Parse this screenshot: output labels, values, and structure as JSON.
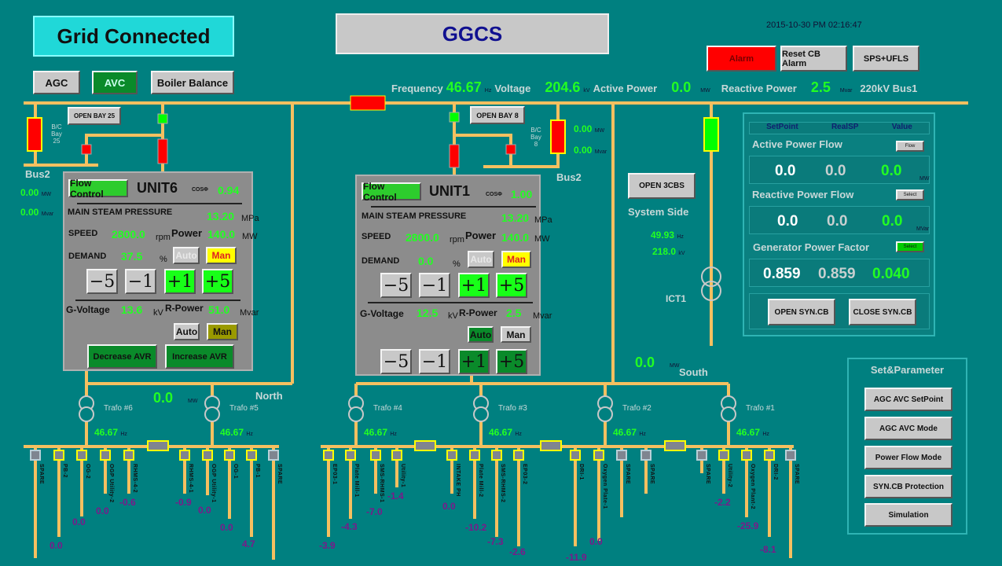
{
  "header": {
    "status": "Grid Connected",
    "title": "GGCS",
    "datetime": "2015-10-30 PM 02:16:47"
  },
  "colors": {
    "background": "#008080",
    "bus": "#f5c060",
    "value": "#22ff22",
    "breaker_closed": "#ff0000",
    "breaker_open": "#00ff00",
    "feeder_value": "#7a1a8a"
  },
  "top_buttons": {
    "agc": "AGC",
    "avc": "AVC",
    "boiler": "Boiler Balance",
    "alarm": "Alarm",
    "reset": "Reset CB Alarm",
    "sps": "SPS+UFLS"
  },
  "bus1": {
    "freq_label": "Frequency",
    "freq": "46.67",
    "freq_unit": "Hz",
    "volt_label": "Voltage",
    "volt": "204.6",
    "volt_unit": "kV",
    "ap_label": "Active Power",
    "ap": "0.0",
    "ap_unit": "MW",
    "rp_label": "Reactive Power",
    "rp": "2.5",
    "rp_unit": "Mvar",
    "name": "220kV Bus1"
  },
  "bay25": {
    "button": "OPEN BAY 25",
    "label": "B/C Bay 25",
    "bus": "Bus2",
    "mw": "0.00",
    "mw_unit": "MW",
    "mvar": "0.00",
    "mvar_unit": "Mvar"
  },
  "bay8": {
    "button": "OPEN BAY 8",
    "label": "B/C Bay 8",
    "bus": "Bus2",
    "mw": "0.00",
    "mw_unit": "MW",
    "mvar": "0.00",
    "mvar_unit": "Mvar"
  },
  "unit6": {
    "flow": "Flow Control",
    "name": "UNIT6",
    "cos_label": "COSΦ",
    "cos": "0.94",
    "msp_label": "MAIN STEAM PRESSURE",
    "msp": "13.20",
    "msp_unit": "MPa",
    "speed_label": "SPEED",
    "speed": "2800.0",
    "speed_unit": "rpm",
    "power_label": "Power",
    "power": "140.0",
    "power_unit": "MW",
    "demand_label": "DEMAND",
    "demand": "37.5",
    "demand_unit": "%",
    "auto": "Auto",
    "man": "Man",
    "m5": "−5",
    "m1": "−1",
    "p1": "+1",
    "p5": "+5",
    "gv_label": "G-Voltage",
    "gv": "13.6",
    "gv_unit": "kV",
    "rpow_label": "R-Power",
    "rpow": "51.0",
    "rpow_unit": "Mvar",
    "auto2": "Auto",
    "man2": "Man",
    "dec": "Decrease AVR",
    "inc": "Increase AVR"
  },
  "unit1": {
    "flow": "Flow Control",
    "name": "UNIT1",
    "cos_label": "COSΦ",
    "cos": "1.00",
    "msp_label": "MAIN STEAM PRESSURE",
    "msp": "13.20",
    "msp_unit": "MPa",
    "speed_label": "SPEED",
    "speed": "2800.0",
    "speed_unit": "rpm",
    "power_label": "Power",
    "power": "140.0",
    "power_unit": "MW",
    "demand_label": "DEMAND",
    "demand": "0.0",
    "demand_unit": "%",
    "auto": "Auto",
    "man": "Man",
    "m5": "−5",
    "m1": "−1",
    "p1": "+1",
    "p5": "+5",
    "gv_label": "G-Voltage",
    "gv": "12.5",
    "gv_unit": "kV",
    "rpow_label": "R-Power",
    "rpow": "2.5",
    "rpow_unit": "Mvar",
    "auto2": "Auto",
    "man2": "Man",
    "m5b": "−5",
    "m1b": "−1",
    "p1b": "+1",
    "p5b": "+5"
  },
  "system": {
    "open3": "OPEN 3CBS",
    "label": "System Side",
    "hz": "49.93",
    "hz_unit": "Hz",
    "kv": "218.0",
    "kv_unit": "kV",
    "ict": "ICT1"
  },
  "flow_panel": {
    "cols": [
      "SetPoint",
      "RealSP",
      "Value"
    ],
    "active": {
      "title": "Active Power Flow",
      "btn": "Flow",
      "sp": "0.0",
      "real": "0.0",
      "val": "0.0",
      "unit": "MW"
    },
    "reactive": {
      "title": "Reactive Power Flow",
      "btn": "Select",
      "sp": "0.0",
      "real": "0.0",
      "val": "0.0",
      "unit": "MVar"
    },
    "pf": {
      "title": "Generator Power Factor",
      "btn": "Select",
      "sp": "0.859",
      "real": "0.859",
      "val": "0.040"
    },
    "open": "OPEN SYN.CB",
    "close": "CLOSE SYN.CB"
  },
  "north": {
    "label": "North",
    "mw": "0.0",
    "mw_unit": "MW"
  },
  "south": {
    "label": "South",
    "mw": "0.0",
    "mw_unit": "MW"
  },
  "trafos": [
    {
      "name": "Trafo #6",
      "hz": "46.67"
    },
    {
      "name": "Trafo #5",
      "hz": "46.67"
    },
    {
      "name": "Trafo #4",
      "hz": "46.67"
    },
    {
      "name": "Trafo #3",
      "hz": "46.67"
    },
    {
      "name": "Trafo #2",
      "hz": "46.67"
    },
    {
      "name": "Trafo #1",
      "hz": "46.67"
    }
  ],
  "hz_unit": "Hz",
  "set_param": {
    "title": "Set&Parameter",
    "items": [
      "AGC AVC SetPoint",
      "AGC AVC Mode",
      "Power Flow Mode",
      "SYN.CB Protection",
      "Simulation"
    ]
  },
  "feeders": [
    {
      "name": "SPARE",
      "value": null,
      "spare": true
    },
    {
      "name": "PB-2",
      "value": "0.0"
    },
    {
      "name": "OG-2",
      "value": "0.0"
    },
    {
      "name": "OGP Utility-2",
      "value": "0.0"
    },
    {
      "name": "RHMS-4-2",
      "value": "-0.6"
    },
    {
      "name": "RHMS-4-1",
      "value": "-0.9"
    },
    {
      "name": "OGP Utility-1",
      "value": "0.0"
    },
    {
      "name": "OG-1",
      "value": "0.0"
    },
    {
      "name": "PB-1",
      "value": "4.7"
    },
    {
      "name": "SPARE",
      "value": null,
      "spare": true
    },
    {
      "name": "EP03-1",
      "value": "-3.9"
    },
    {
      "name": "Plate Mill-1",
      "value": "-4.3"
    },
    {
      "name": "SMS-RHMS-1",
      "value": "-7.0"
    },
    {
      "name": "Utility-1",
      "value": "-1.4"
    },
    {
      "name": "INTAKE PH",
      "value": "0.0"
    },
    {
      "name": "Plate Mill-2",
      "value": "-10.2"
    },
    {
      "name": "SMS-RHMS-2",
      "value": "-7.3"
    },
    {
      "name": "EP03-2",
      "value": "-2.6"
    },
    {
      "name": "DRI-1",
      "value": "-11.9"
    },
    {
      "name": "Oxygen Plate-1",
      "value": "0.0"
    },
    {
      "name": "SPARE",
      "value": null,
      "spare": true
    },
    {
      "name": "SPARE",
      "value": null,
      "spare": true
    },
    {
      "name": "SPARE",
      "value": null,
      "spare": true
    },
    {
      "name": "Utility-2",
      "value": "-2.2"
    },
    {
      "name": "Oxygen Plant-2",
      "value": "-25.9"
    },
    {
      "name": "DRI-2",
      "value": "-8.1"
    },
    {
      "name": "SPARE",
      "value": null,
      "spare": true
    }
  ]
}
